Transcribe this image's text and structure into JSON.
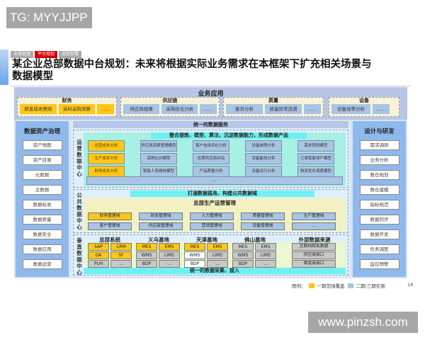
{
  "watermarks": {
    "top": "TG: MYYJJPP",
    "bottom": "www.pinzsh.com"
  },
  "header": {
    "tabs": [
      {
        "label": "业务梳理",
        "active": false
      },
      {
        "label": "平台规划",
        "active": true
      },
      {
        "label": "选型部署",
        "active": false
      }
    ],
    "title": "某企业总部数据中台规划：未来将根据实际业务需求在本框架下扩充相关场景与数据模型"
  },
  "business_apps": {
    "title": "业务应用",
    "groups": [
      {
        "name": "财务",
        "items": [
          {
            "label": "研发成本预测",
            "phase": 1
          },
          {
            "label": "采料采购测算",
            "phase": 1
          },
          {
            "label": "......",
            "phase": 1
          }
        ]
      },
      {
        "name": "供应链",
        "items": [
          {
            "label": "供应商画像",
            "phase": 2
          },
          {
            "label": "采购优化分析",
            "phase": 2
          },
          {
            "label": "......",
            "phase": 2
          }
        ]
      },
      {
        "name": "质量",
        "items": [
          {
            "label": "客诉分析",
            "phase": 2
          },
          {
            "label": "质量异常追溯",
            "phase": 2
          },
          {
            "label": "......",
            "phase": 2
          }
        ]
      },
      {
        "name": "设备",
        "items": [
          {
            "label": "设备效率分析",
            "phase": 2
          },
          {
            "label": "......",
            "phase": 2
          }
        ]
      }
    ]
  },
  "left_panel": {
    "title": "数据资产治理",
    "items": [
      "资产地图",
      "资产目录",
      "元数据",
      "主数据",
      "数据标准",
      "数据质量",
      "数据安全",
      "数据应用",
      "数据运营"
    ]
  },
  "right_panel": {
    "title": "设计与研发",
    "items": [
      "需求调研",
      "业务分析",
      "数仓规划",
      "数仓建模",
      "指标规范",
      "数据同步",
      "数据开发",
      "任务调度",
      "监控预警"
    ]
  },
  "center": {
    "service_bar": "统一的数据服务",
    "ops_center": {
      "label": "运营数据中心",
      "banner": "整合提炼、模型、算法，沉淀数据能力，形成数据产品",
      "columns": [
        [
          {
            "label": "运营成本分析",
            "phase": 1
          },
          {
            "label": "生产成本分析",
            "phase": 1
          },
          {
            "label": "财务成本分析",
            "phase": 1
          }
        ],
        [
          {
            "label": "供应商资质管理模型",
            "phase": 2
          },
          {
            "label": "采购比价模型",
            "phase": 2
          },
          {
            "label": "销售人员绩效模型",
            "phase": 2
          }
        ],
        [
          {
            "label": "客户信用评价分析",
            "phase": 2
          },
          {
            "label": "优质供应商评估",
            "phase": 2
          },
          {
            "label": "产品质量分析",
            "phase": 2
          }
        ],
        [
          {
            "label": "设备故障分析",
            "phase": 2
          },
          {
            "label": "设备能效分析",
            "phase": 2
          },
          {
            "label": "设备运行分析",
            "phase": 2
          }
        ],
        [
          {
            "label": "需求预测模型",
            "phase": 2
          },
          {
            "label": "订单智能排产模型",
            "phase": 2
          },
          {
            "label": "物流优化调度模型",
            "phase": 2
          }
        ]
      ],
      "more": "..."
    },
    "public_center": {
      "label": "公共数据中心",
      "banner": "打通数据孤岛、构建公共数据域",
      "title": "总部生产运营管理",
      "rows": [
        [
          {
            "label": "财务管理域",
            "phase": 1
          },
          {
            "label": "研发管理域",
            "phase": 2
          },
          {
            "label": "人力管理域",
            "phase": 2
          },
          {
            "label": "质量管理域",
            "phase": 2
          },
          {
            "label": "生产管理域",
            "phase": 2
          }
        ],
        [
          {
            "label": "客户管理域",
            "phase": 2
          },
          {
            "label": "供应链管理域",
            "phase": 2
          },
          {
            "label": "营销管理域",
            "phase": 2
          },
          {
            "label": "设备管理域",
            "phase": 2
          },
          {
            "label": "...",
            "phase": 2
          }
        ]
      ]
    },
    "vertical_center": {
      "label": "垂直数据中心",
      "groups": [
        {
          "name": "总部系统",
          "rows": [
            [
              {
                "label": "SAP",
                "c": "y"
              },
              {
                "label": "CRM",
                "c": "y"
              }
            ],
            [
              {
                "label": "OA",
                "c": "y"
              },
              {
                "label": "SF",
                "c": "y"
              }
            ],
            [
              {
                "label": "PLM",
                "c": "g"
              },
              {
                "label": "...",
                "c": "g"
              }
            ]
          ]
        },
        {
          "name": "义乌基地",
          "rows": [
            [
              {
                "label": "MES",
                "c": "y"
              },
              {
                "label": "EMS",
                "c": "y"
              }
            ],
            [
              {
                "label": "WMS",
                "c": "g"
              },
              {
                "label": "LIMS",
                "c": "g"
              }
            ],
            [
              {
                "label": "BDP",
                "c": "g"
              },
              {
                "label": "...",
                "c": "g"
              }
            ]
          ]
        },
        {
          "name": "天津基地",
          "rows": [
            [
              {
                "label": "MES",
                "c": "y"
              },
              {
                "label": "EMS",
                "c": "y"
              }
            ],
            [
              {
                "label": "WMS",
                "c": "w"
              },
              {
                "label": "LIMS",
                "c": "g"
              }
            ],
            [
              {
                "label": "BDP",
                "c": "w"
              },
              {
                "label": "...",
                "c": "g"
              }
            ]
          ]
        },
        {
          "name": "佛山基地",
          "rows": [
            [
              {
                "label": "MES",
                "c": "g"
              },
              {
                "label": "EMS",
                "c": "g"
              }
            ],
            [
              {
                "label": "WMS",
                "c": "g"
              },
              {
                "label": "LIMS",
                "c": "g"
              }
            ],
            [
              {
                "label": "BDP",
                "c": "g"
              },
              {
                "label": "...",
                "c": "g"
              }
            ]
          ]
        }
      ],
      "external": {
        "name": "外部数据来源",
        "items": [
          "互联网爬虫数据",
          "供应商接口",
          "渠道商接口"
        ]
      },
      "collect_bar": "统一的数据采集、接入"
    }
  },
  "legend": {
    "prefix": "图例：",
    "items": [
      {
        "label": "一期范围覆盖",
        "color": "#ffc61a"
      },
      {
        "label": "二期/三期实施",
        "color": "#a9c4e4"
      }
    ]
  },
  "page_number": "14"
}
